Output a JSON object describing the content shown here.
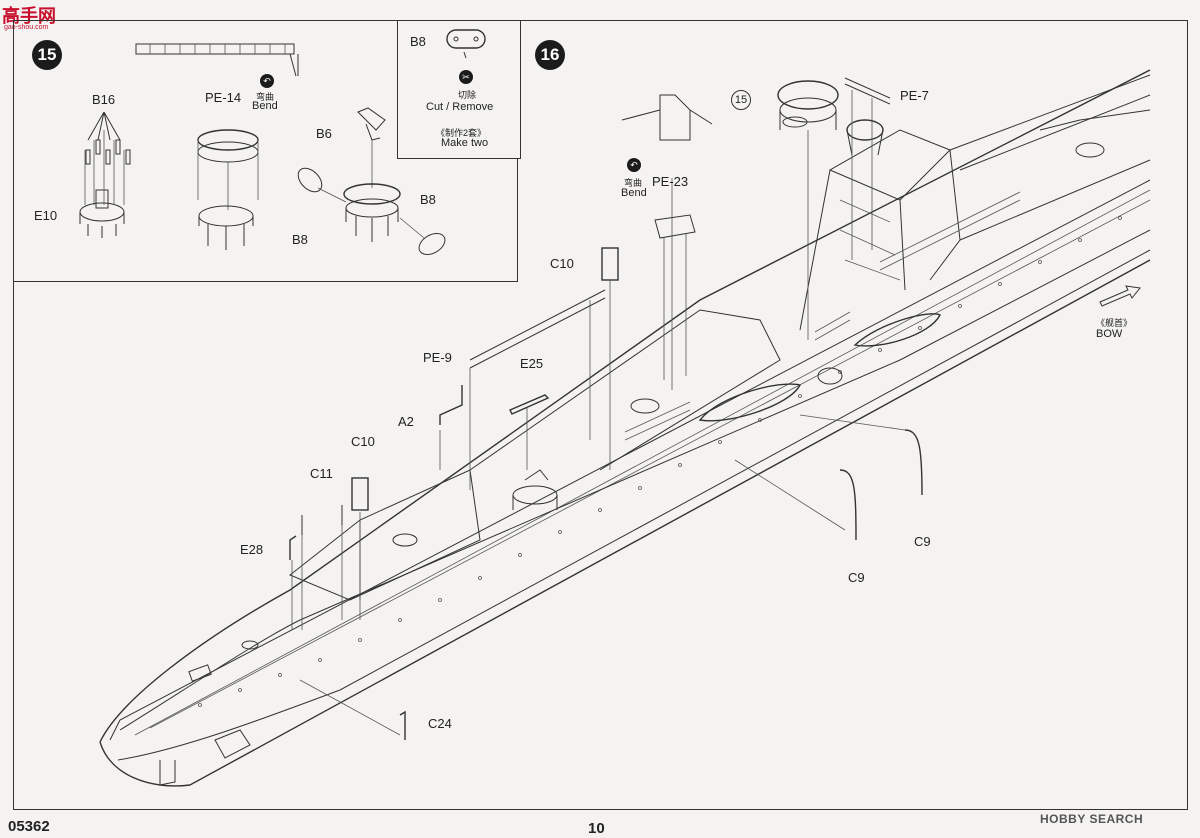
{
  "logo": {
    "text": "高手网",
    "sub": "gao-shou.com"
  },
  "step15": {
    "number": "15",
    "labels": {
      "b16": "B16",
      "e10": "E10",
      "pe14": "PE-14",
      "bend_cn": "弯曲",
      "bend_en": "Bend",
      "b6": "B6",
      "b8_left": "B8",
      "b8_right": "B8"
    },
    "inset": {
      "b8": "B8",
      "cut_cn": "切除",
      "cut_en": "Cut / Remove",
      "make_two_cn": "《制作2套》",
      "make_two_en": "Make two"
    }
  },
  "step16": {
    "number": "16",
    "labels": {
      "pe23": "PE-23",
      "bend_cn": "弯曲",
      "bend_en": "Bend",
      "ref15": "15",
      "pe7": "PE-7",
      "c10_top": "C10",
      "pe9": "PE-9",
      "e25": "E25",
      "a2": "A2",
      "c10_mid": "C10",
      "c11": "C11",
      "e28": "E28",
      "c9_right": "C9",
      "c9_mid": "C9",
      "c24": "C24",
      "bow_cn": "《舰首》",
      "bow_en": "BOW"
    }
  },
  "footer": {
    "code": "05362",
    "page": "10",
    "hobby": "HOBBY SEARCH"
  }
}
